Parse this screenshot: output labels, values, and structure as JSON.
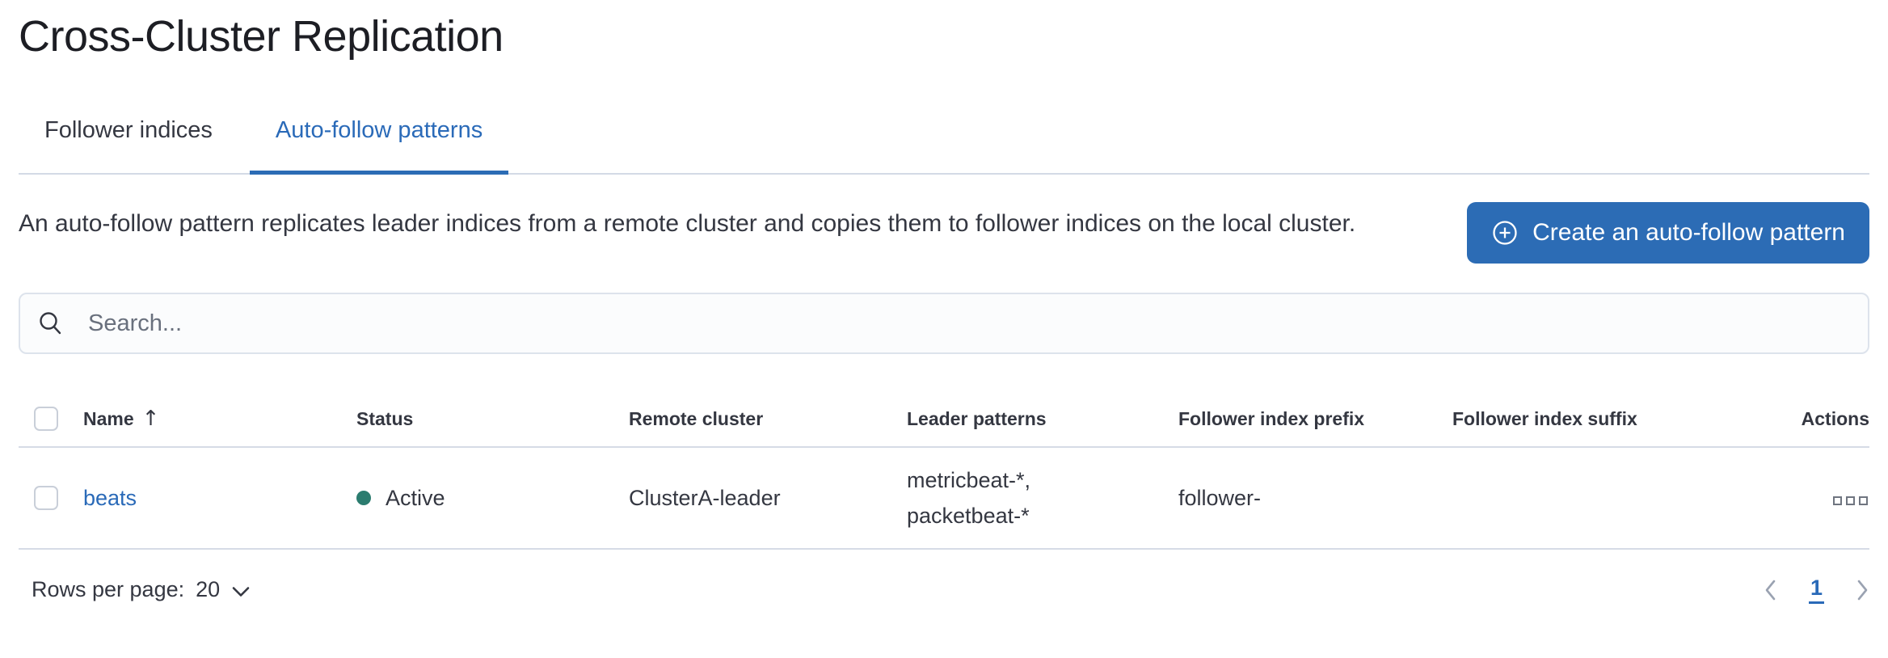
{
  "page": {
    "title": "Cross-Cluster Replication"
  },
  "tabs": {
    "items": [
      {
        "label": "Follower indices"
      },
      {
        "label": "Auto-follow patterns"
      }
    ],
    "active_label": "Auto-follow patterns"
  },
  "intro": {
    "description": "An auto-follow pattern replicates leader indices from a remote cluster and copies them to follower indices on the local cluster.",
    "create_button": {
      "label": "Create an auto-follow pattern",
      "icon": "plus-in-circle-icon"
    }
  },
  "search": {
    "placeholder": "Search...",
    "value": "",
    "icon": "search-icon"
  },
  "table": {
    "columns": [
      {
        "label": "Name",
        "sorted": "ascending",
        "sort_glyph": "↑"
      },
      {
        "label": "Status"
      },
      {
        "label": "Remote cluster"
      },
      {
        "label": "Leader patterns"
      },
      {
        "label": "Follower index prefix"
      },
      {
        "label": "Follower index suffix"
      },
      {
        "label": "Actions"
      }
    ],
    "rows": [
      {
        "name": "beats",
        "status": "Active",
        "remote_cluster": "ClusterA-leader",
        "leader_patterns_line1": "metricbeat-*,",
        "leader_patterns_line2": "packetbeat-*",
        "follower_index_prefix": "follower-",
        "follower_index_suffix": "",
        "actions_icon": "boxes-horizontal-icon"
      }
    ]
  },
  "footer": {
    "rows_per_page_label": "Rows per page:",
    "rows_per_page_value": "20",
    "pagination": {
      "previous_icon": "chevron-left-icon",
      "current_page": "1",
      "next_icon": "chevron-right-icon"
    }
  },
  "colors": {
    "primary_button_blue": "#2c6cb5",
    "link_blue": "#2a6ab8",
    "status_active_green": "#2b7c6f",
    "text": "#343741",
    "muted_text": "#69707d",
    "border": "#d3dae6"
  }
}
